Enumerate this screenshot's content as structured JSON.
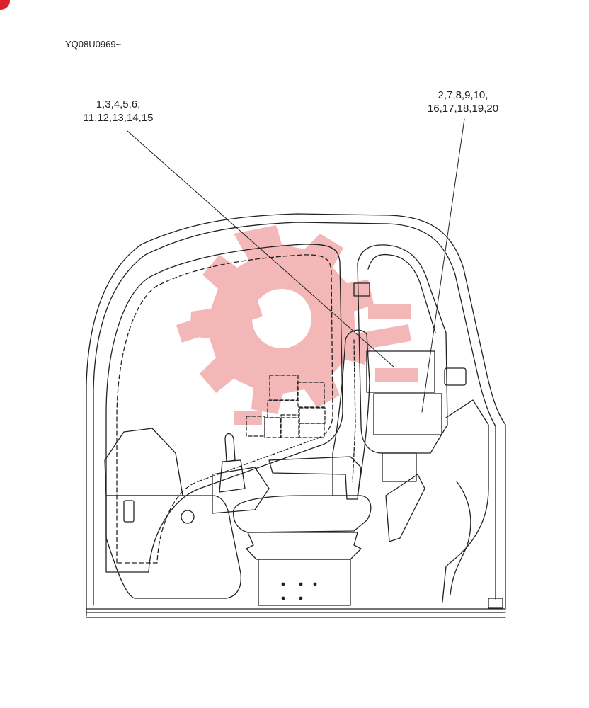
{
  "serial_code": "YQ08U0969~",
  "callouts": {
    "left": {
      "line1": "1,3,4,5,6,",
      "line2": "11,12,13,14,15"
    },
    "right": {
      "line1": "2,7,8,9,10,",
      "line2": "16,17,18,19,20"
    }
  },
  "colors": {
    "line": "#222222",
    "watermark": "#f0a0a0",
    "corner_mark": "#d8232a"
  },
  "icons": {
    "corner": "red-corner-dot",
    "watermark": "gear-logo-watermark"
  }
}
